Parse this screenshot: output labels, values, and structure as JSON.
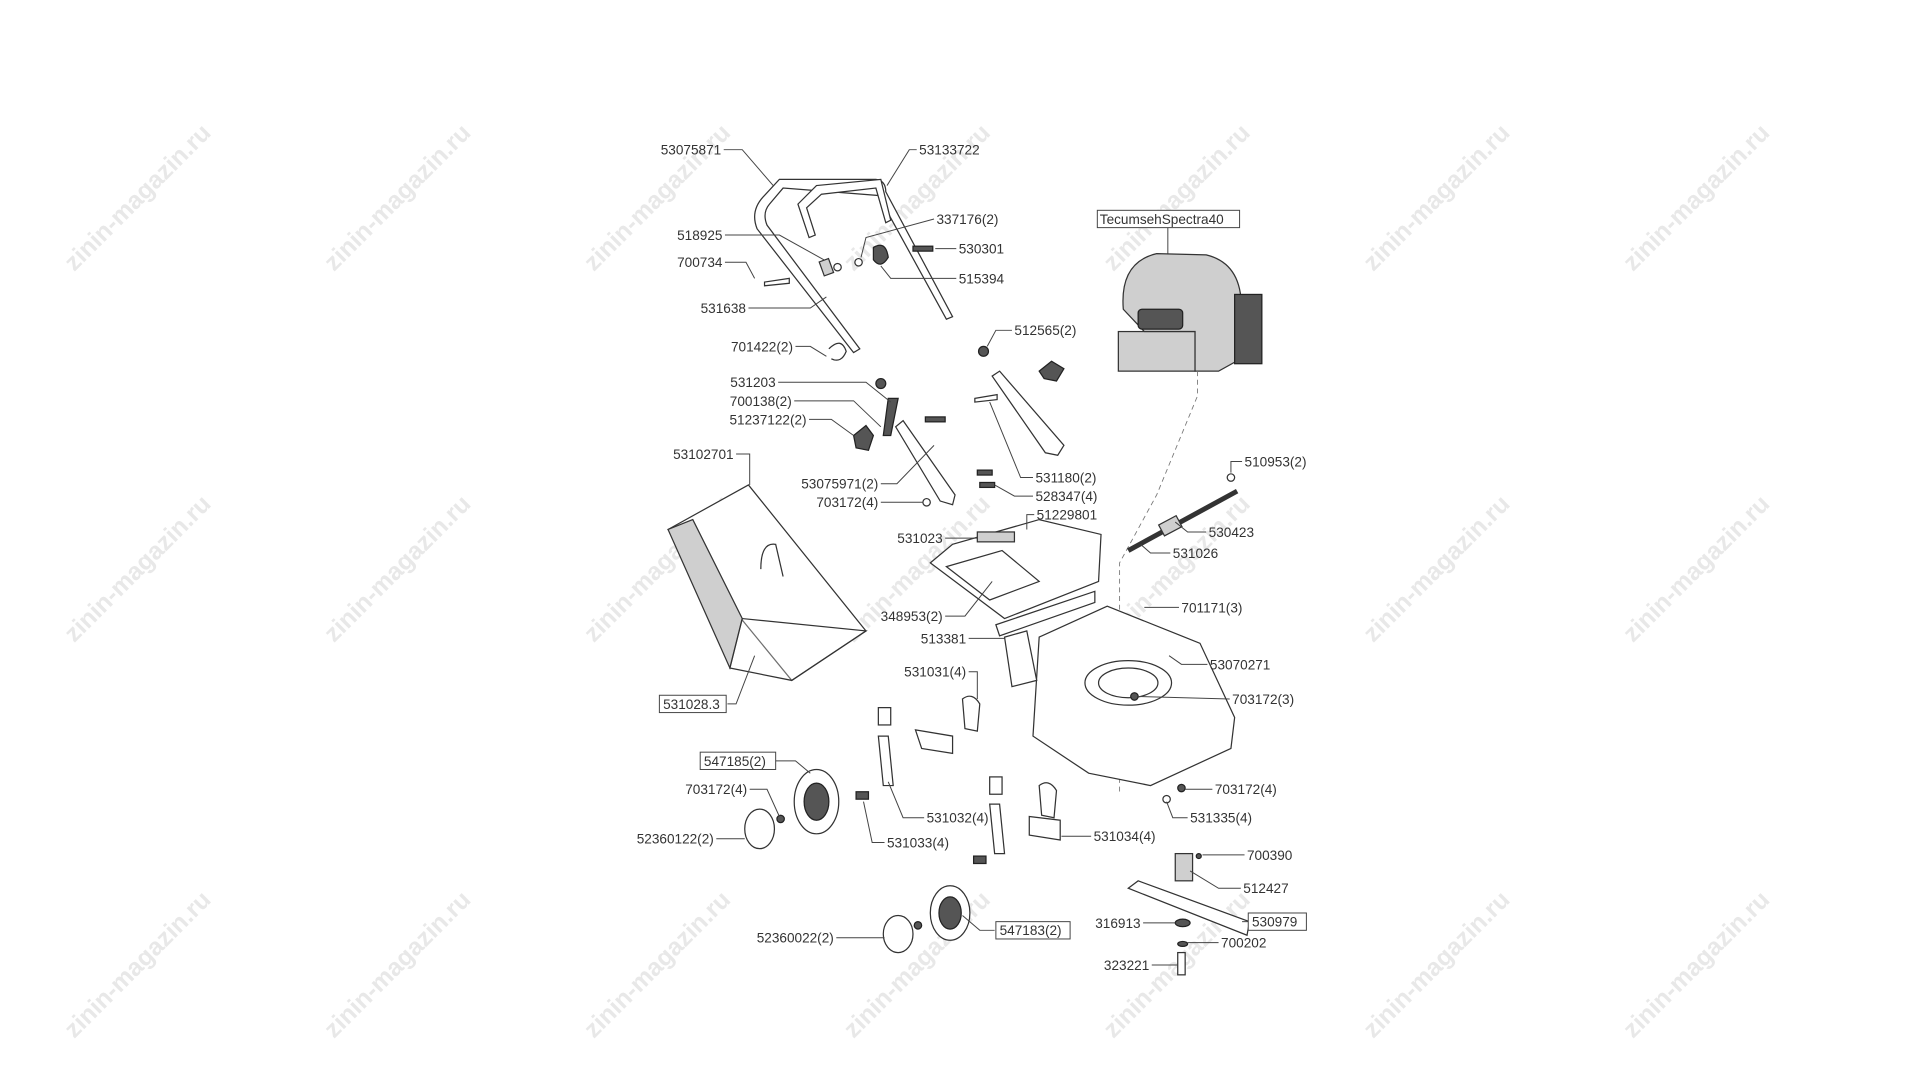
{
  "watermark": "zinin-magazin.ru",
  "engine_label": "TecumsehSpectra40",
  "labels": {
    "l53075871": "53075871",
    "l53133722": "53133722",
    "l518925": "518925",
    "l337176": "337176(2)",
    "l530301": "530301",
    "l700734": "700734",
    "l515394": "515394",
    "l531638": "531638",
    "l512565": "512565(2)",
    "l701422": "701422(2)",
    "l531203": "531203",
    "l700138": "700138(2)",
    "l51237122": "51237122(2)",
    "l53102701": "53102701",
    "l510953": "510953(2)",
    "l531180": "531180(2)",
    "l53075971": "53075971(2)",
    "l528347": "528347(4)",
    "l703172a": "703172(4)",
    "l51229801": "51229801",
    "l531023": "531023",
    "l530423": "530423",
    "l531026": "531026",
    "l701171": "701171(3)",
    "l348953": "348953(2)",
    "l513381": "513381",
    "l53070271": "53070271",
    "l531031": "531031(4)",
    "l703172b": "703172(3)",
    "l531028": "531028.3",
    "l547185": "547185(2)",
    "l703172c": "703172(4)",
    "l703172d": "703172(4)",
    "l531032": "531032(4)",
    "l531335": "531335(4)",
    "l531033": "531033(4)",
    "l52360122": "52360122(2)",
    "l531034": "531034(4)",
    "l700390": "700390",
    "l512427": "512427",
    "l316913": "316913",
    "l530979": "530979",
    "l547183": "547183(2)",
    "l52360022": "52360022(2)",
    "l700202": "700202",
    "l323221": "323221"
  }
}
